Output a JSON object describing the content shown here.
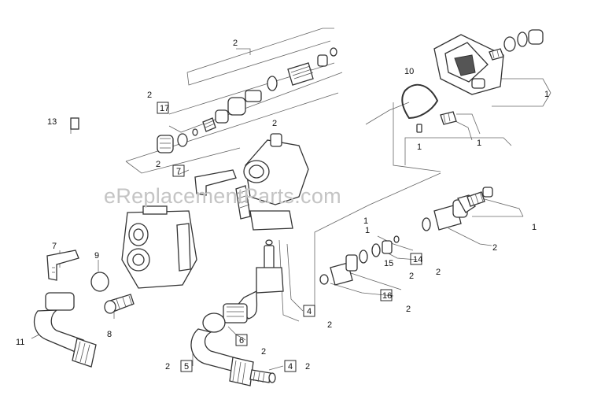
{
  "watermark": "eReplacementParts.com",
  "callouts": {
    "c2_top": "2",
    "c17": "17",
    "c2_17": "2",
    "c13": "13",
    "c2_valve": "2",
    "c2_left": "2",
    "c7_mid": "7",
    "c10": "10",
    "c1_pump": "1",
    "c1_ring": "1",
    "c1_spring": "1",
    "c1_right": "1",
    "c2_right": "2",
    "c1_mid": "1",
    "c14": "14",
    "c2_14": "2",
    "c15": "15",
    "c2_15": "2",
    "c16": "16",
    "c2_16": "2",
    "c7_left": "7",
    "c9": "9",
    "c8": "8",
    "c11": "11",
    "c4_mid": "4",
    "c2_4mid": "2",
    "c6": "6",
    "c2_6": "2",
    "c5": "5",
    "c2_5": "2",
    "c4_bot": "4",
    "c2_4bot": "2"
  }
}
